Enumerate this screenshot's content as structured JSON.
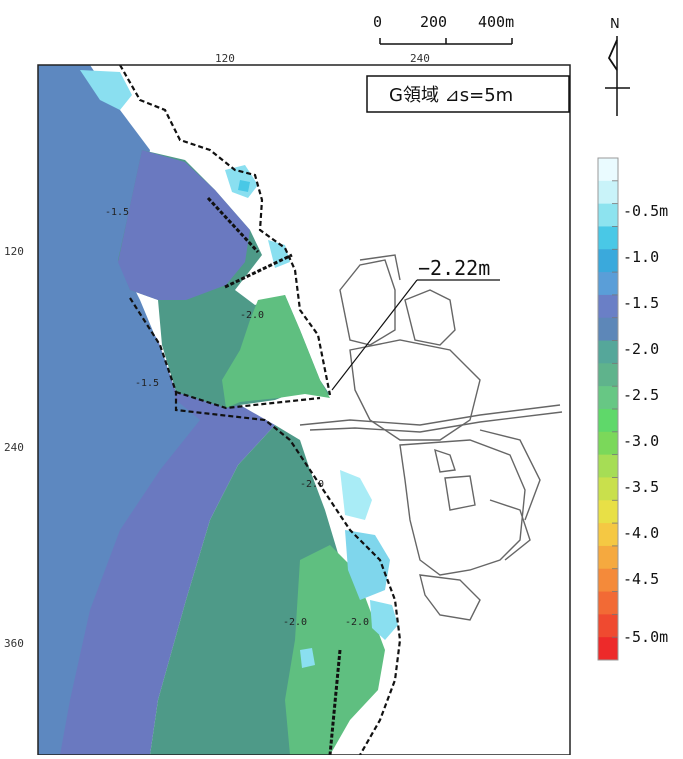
{
  "map": {
    "region_label": "G領域 ⊿s=5m",
    "callout_label": "−2.22m",
    "north_label": "N",
    "scale_bar": {
      "labels": [
        "0",
        "200",
        "400m"
      ]
    },
    "x_ticks": [
      "120",
      "240"
    ],
    "y_ticks": [
      "120",
      "240",
      "360"
    ],
    "contour_labels": [
      "-1.5",
      "-2.0",
      "-1.5",
      "-2.0",
      "-2.0",
      "-2.0"
    ]
  },
  "legend": {
    "labels": [
      "-0.5m",
      "-1.0",
      "-1.5",
      "-2.0",
      "-2.5",
      "-3.0",
      "-3.5",
      "-4.0",
      "-4.5",
      "-5.0m"
    ],
    "colors": [
      "#eafbff",
      "#c9f3f9",
      "#8de3ef",
      "#49c8e6",
      "#3aa9dc",
      "#5a9ed8",
      "#6a7fc6",
      "#5d87b8",
      "#55a79a",
      "#5fb38c",
      "#67c784",
      "#5fd86a",
      "#7bd85a",
      "#a6dd55",
      "#c9e04c",
      "#e8e046",
      "#f5c843",
      "#f5a93f",
      "#f48a3a",
      "#f26a35",
      "#ef4a30",
      "#ed2a2a"
    ]
  },
  "colors": {
    "deep_blue": "#6a79c0",
    "mid_blue": "#5d86b7",
    "teal": "#4e9a88",
    "green": "#5fbf80",
    "cyan": "#8adff0"
  }
}
